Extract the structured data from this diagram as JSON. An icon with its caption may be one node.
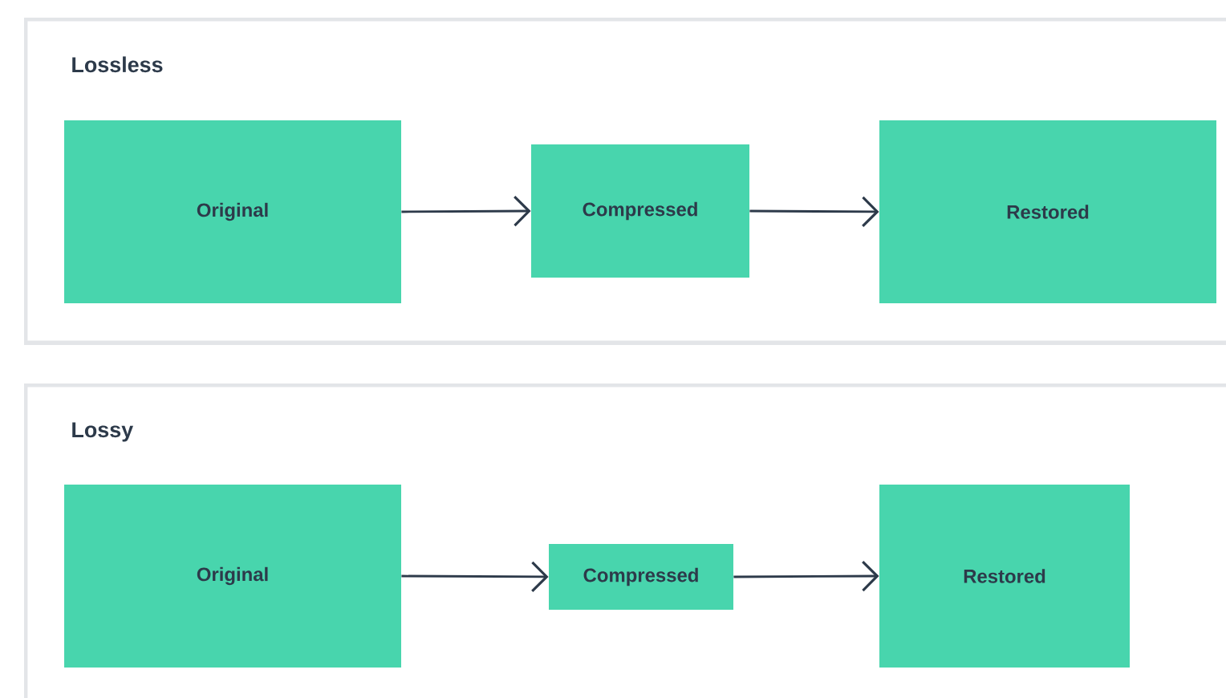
{
  "diagram": {
    "nodes": [
      {
        "text": [
          "Lossless"
        ]
      },
      {
        "text": [
          "Original"
        ],
        "in": 0
      },
      {
        "text": [
          "Compressed"
        ],
        "in": 0
      },
      {
        "text": [
          "Restored"
        ],
        "in": 0
      },
      {
        "text": [
          "Lossy"
        ]
      },
      {
        "text": [
          "Original"
        ],
        "in": 4
      },
      {
        "text": [
          "Compressed"
        ],
        "in": 4
      },
      {
        "text": [
          "Restored"
        ],
        "in": 4
      }
    ],
    "edges": [
      {
        "from": 1,
        "to": 2,
        "arrow": "to"
      },
      {
        "from": 2,
        "to": 3,
        "arrow": "to"
      },
      {
        "from": 5,
        "to": 6,
        "arrow": "to"
      },
      {
        "from": 6,
        "to": 7,
        "arrow": "to"
      }
    ]
  }
}
